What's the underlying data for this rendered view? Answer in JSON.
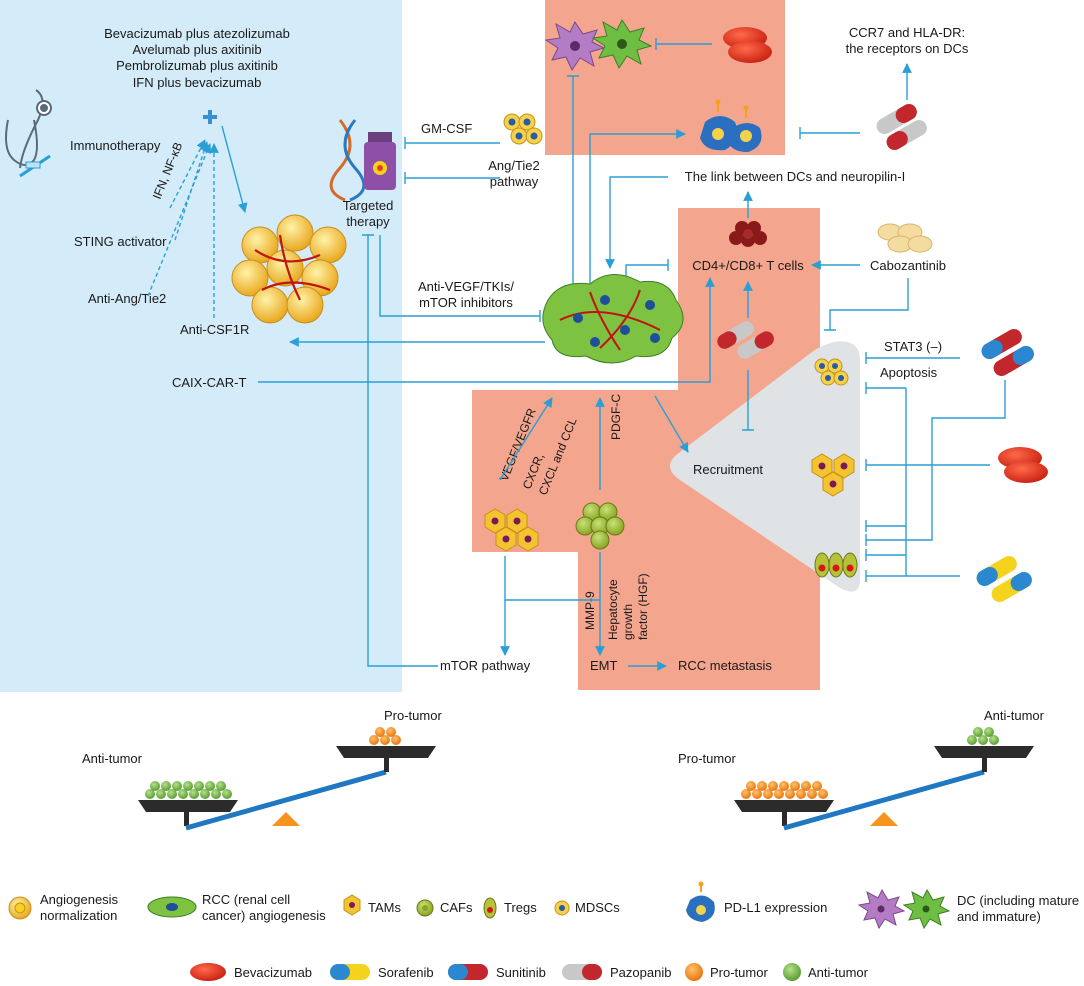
{
  "combos": [
    "Bevacizumab plus atezolizumab",
    "Avelumab plus axitinib",
    "Pembrolizumab plus axitinib",
    "IFN plus bevacizumab"
  ],
  "labels": {
    "immunotherapy": "Immunotherapy",
    "ifn_nfkb": "IFN, NF-κB",
    "sting": "STING activator",
    "anti_ang": "Anti-Ang/Tie2",
    "anti_csf1r": "Anti-CSF1R",
    "targeted": [
      "Targeted",
      "therapy"
    ],
    "gmcsf": "GM-CSF",
    "ang_tie2": [
      "Ang/Tie2",
      "pathway"
    ],
    "ccr7": [
      "CCR7 and HLA-DR:",
      "the receptors on DCs"
    ],
    "dc_link": "The link between DCs and neuropilin-I",
    "cd48": "CD4+/CD8+ T cells",
    "cabozantinib": "Cabozantinib",
    "anti_vegf": [
      "Anti-VEGF/TKIs/",
      "mTOR inhibitors"
    ],
    "stat3": "STAT3 (–)",
    "apoptosis": "Apoptosis",
    "caix": "CAIX-CAR-T",
    "vegf": "VEGF/VEGFR",
    "cxcr": [
      "CXCR,",
      "CXCL and CCL"
    ],
    "pdgfc": "PDGF-C",
    "recruitment": "Recruitment",
    "mmp9": "MMP-9",
    "hgf": [
      "Hepatocyte",
      "growth",
      "factor (HGF)"
    ],
    "mtor_pathway": "mTOR pathway",
    "emt": "EMT",
    "rcc_meta": "RCC metastasis"
  },
  "balance": {
    "left": {
      "up": "Pro-tumor",
      "down": "Anti-tumor"
    },
    "right": {
      "up": "Anti-tumor",
      "down": "Pro-tumor"
    }
  },
  "legend1": [
    {
      "icon": "angiogenesis-normalization-icon",
      "text": [
        "Angiogenesis",
        "normalization"
      ]
    },
    {
      "icon": "rcc-angiogenesis-icon",
      "text": [
        "RCC (renal cell",
        "cancer) angiogenesis"
      ]
    },
    {
      "icon": "tam-icon",
      "text": [
        "TAMs"
      ]
    },
    {
      "icon": "caf-icon",
      "text": [
        "CAFs"
      ]
    },
    {
      "icon": "treg-icon",
      "text": [
        "Tregs"
      ]
    },
    {
      "icon": "mdsc-icon",
      "text": [
        "MDSCs"
      ]
    },
    {
      "icon": "pdl1-icon",
      "text": [
        "PD-L1 expression"
      ]
    },
    {
      "icon": "dc-icon",
      "text": [
        "DC (including mature",
        "and immature)"
      ]
    }
  ],
  "legend2": [
    {
      "icon": "bevacizumab-icon",
      "text": "Bevacizumab"
    },
    {
      "icon": "sorafenib-icon",
      "text": "Sorafenib"
    },
    {
      "icon": "sunitinib-icon",
      "text": "Sunitinib"
    },
    {
      "icon": "pazopanib-icon",
      "text": "Pazopanib"
    },
    {
      "icon": "pro-tumor-icon",
      "text": "Pro-tumor"
    },
    {
      "icon": "anti-tumor-icon",
      "text": "Anti-tumor"
    }
  ],
  "colors": {
    "blue_panel": "#d4ecf9",
    "salmon": "#f4a58e",
    "grey_triangle": "#dfe3e6",
    "arrow": "#2a9fd6",
    "cell_yellow": "#f4c430",
    "tumor_green": "#7ec242",
    "pro_tumor": "#f7941d",
    "anti_tumor": "#6fbe44",
    "beam": "#1f78c1"
  }
}
